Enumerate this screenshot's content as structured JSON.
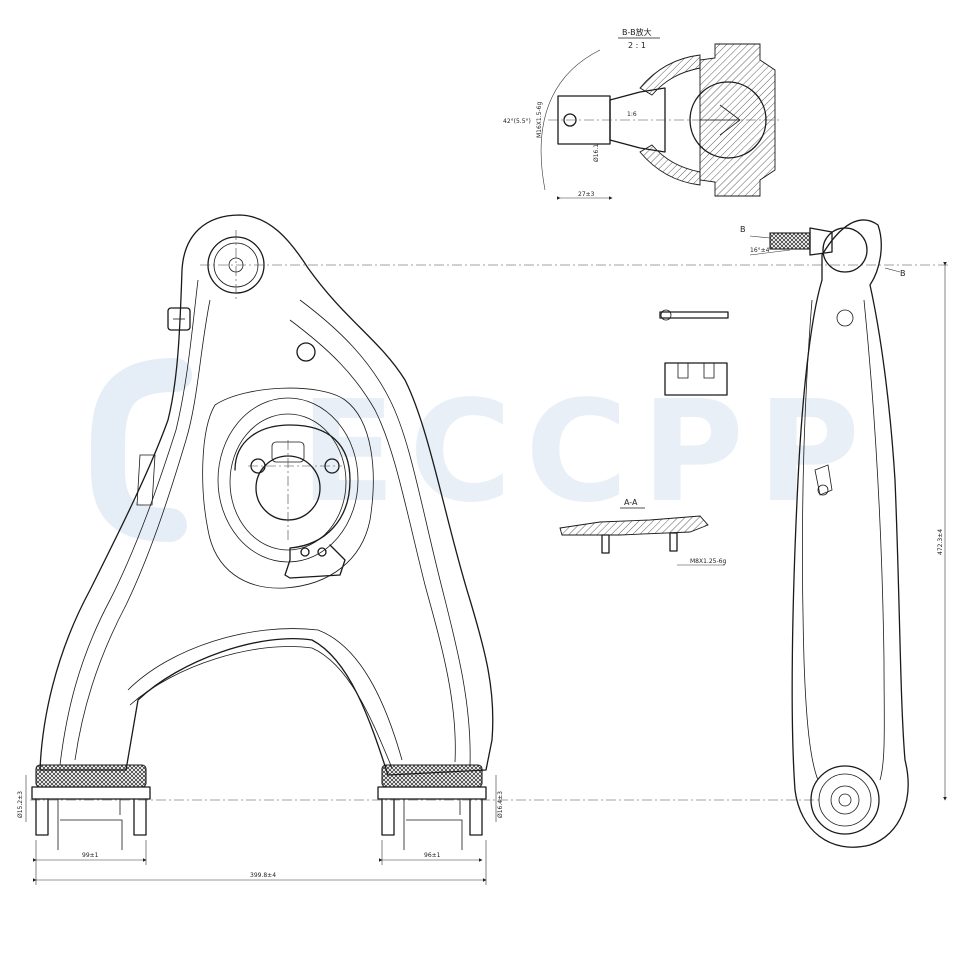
{
  "watermark": {
    "text": "ECCPP"
  },
  "section_bb": {
    "title": "B-B放大",
    "scale": "2 : 1",
    "dims": {
      "thread": "M16X1.5-6g",
      "angle": "42°(5.5°)",
      "taper": "1:6",
      "dia": "Ø16.1",
      "length": "27±3"
    }
  },
  "section_aa": {
    "title": "A-A",
    "thread": "M8X1.25-6g"
  },
  "side_view": {
    "section_mark": "B",
    "angle": "16°±4°",
    "height": "472.3±4"
  },
  "main_view": {
    "left_bush_dia": "Ø15.2±3",
    "right_bush_dia": "Ø16.4±3",
    "left_width": "99±1",
    "right_width": "96±1",
    "span": "399.8±4"
  }
}
